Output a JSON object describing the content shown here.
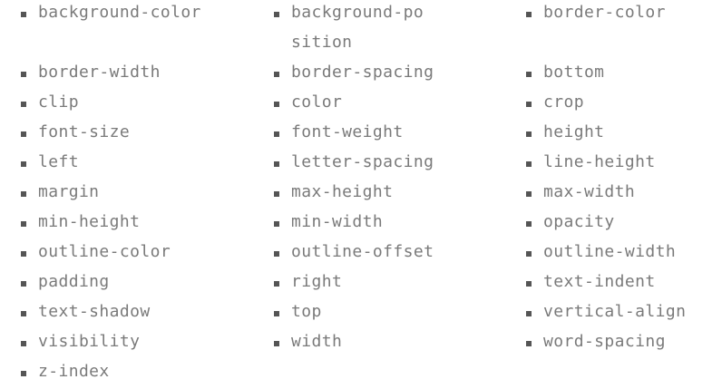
{
  "properties": [
    "background-color",
    "background-position",
    "border-color",
    "border-width",
    "border-spacing",
    "bottom",
    "clip",
    "color",
    "crop",
    "font-size",
    "font-weight",
    "height",
    "left",
    "letter-spacing",
    "line-height",
    "margin",
    "max-height",
    "max-width",
    "min-height",
    "min-width",
    "opacity",
    "outline-color",
    "outline-offset",
    "outline-width",
    "padding",
    "right",
    "text-indent",
    "text-shadow",
    "top",
    "vertical-align",
    "visibility",
    "width",
    "word-spacing",
    "z-index"
  ],
  "colors": {
    "text": "#7a7a7a",
    "bullet": "#555555",
    "background": "#ffffff"
  }
}
